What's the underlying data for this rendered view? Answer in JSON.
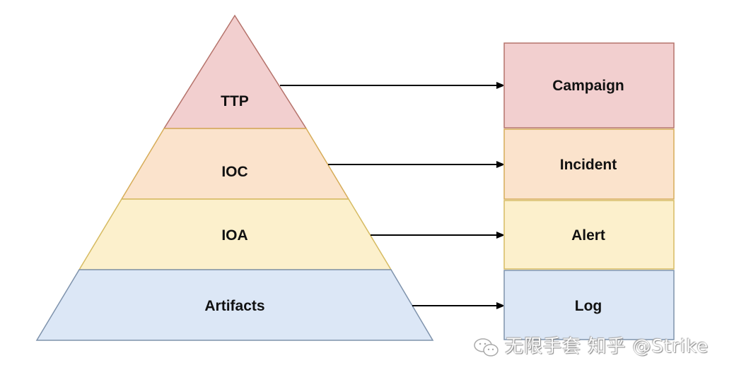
{
  "diagram": {
    "title": "",
    "pyramid": {
      "layers": [
        {
          "label": "TTP",
          "fill": "#f2cfcf",
          "stroke": "#b5736b"
        },
        {
          "label": "IOC",
          "fill": "#fbe3cc",
          "stroke": "#d6ac58"
        },
        {
          "label": "IOA",
          "fill": "#fcf0cc",
          "stroke": "#d6bb62"
        },
        {
          "label": "Artifacts",
          "fill": "#dce7f6",
          "stroke": "#7f93ac"
        }
      ]
    },
    "boxes": [
      {
        "label": "Campaign",
        "fill": "#f2cfcf",
        "stroke": "#b5736b"
      },
      {
        "label": "Incident",
        "fill": "#fbe3cc",
        "stroke": "#d6ac58"
      },
      {
        "label": "Alert",
        "fill": "#fcf0cc",
        "stroke": "#d6bb62"
      },
      {
        "label": "Log",
        "fill": "#dce7f6",
        "stroke": "#7f93ac"
      }
    ],
    "connections": [
      {
        "from": "TTP",
        "to": "Campaign"
      },
      {
        "from": "IOC",
        "to": "Incident"
      },
      {
        "from": "IOA",
        "to": "Alert"
      },
      {
        "from": "Artifacts",
        "to": "Log"
      }
    ],
    "arrow_color": "#000000"
  },
  "watermark": {
    "text": "无限手套 知乎 @Strike",
    "icon": "wechat-icon"
  }
}
